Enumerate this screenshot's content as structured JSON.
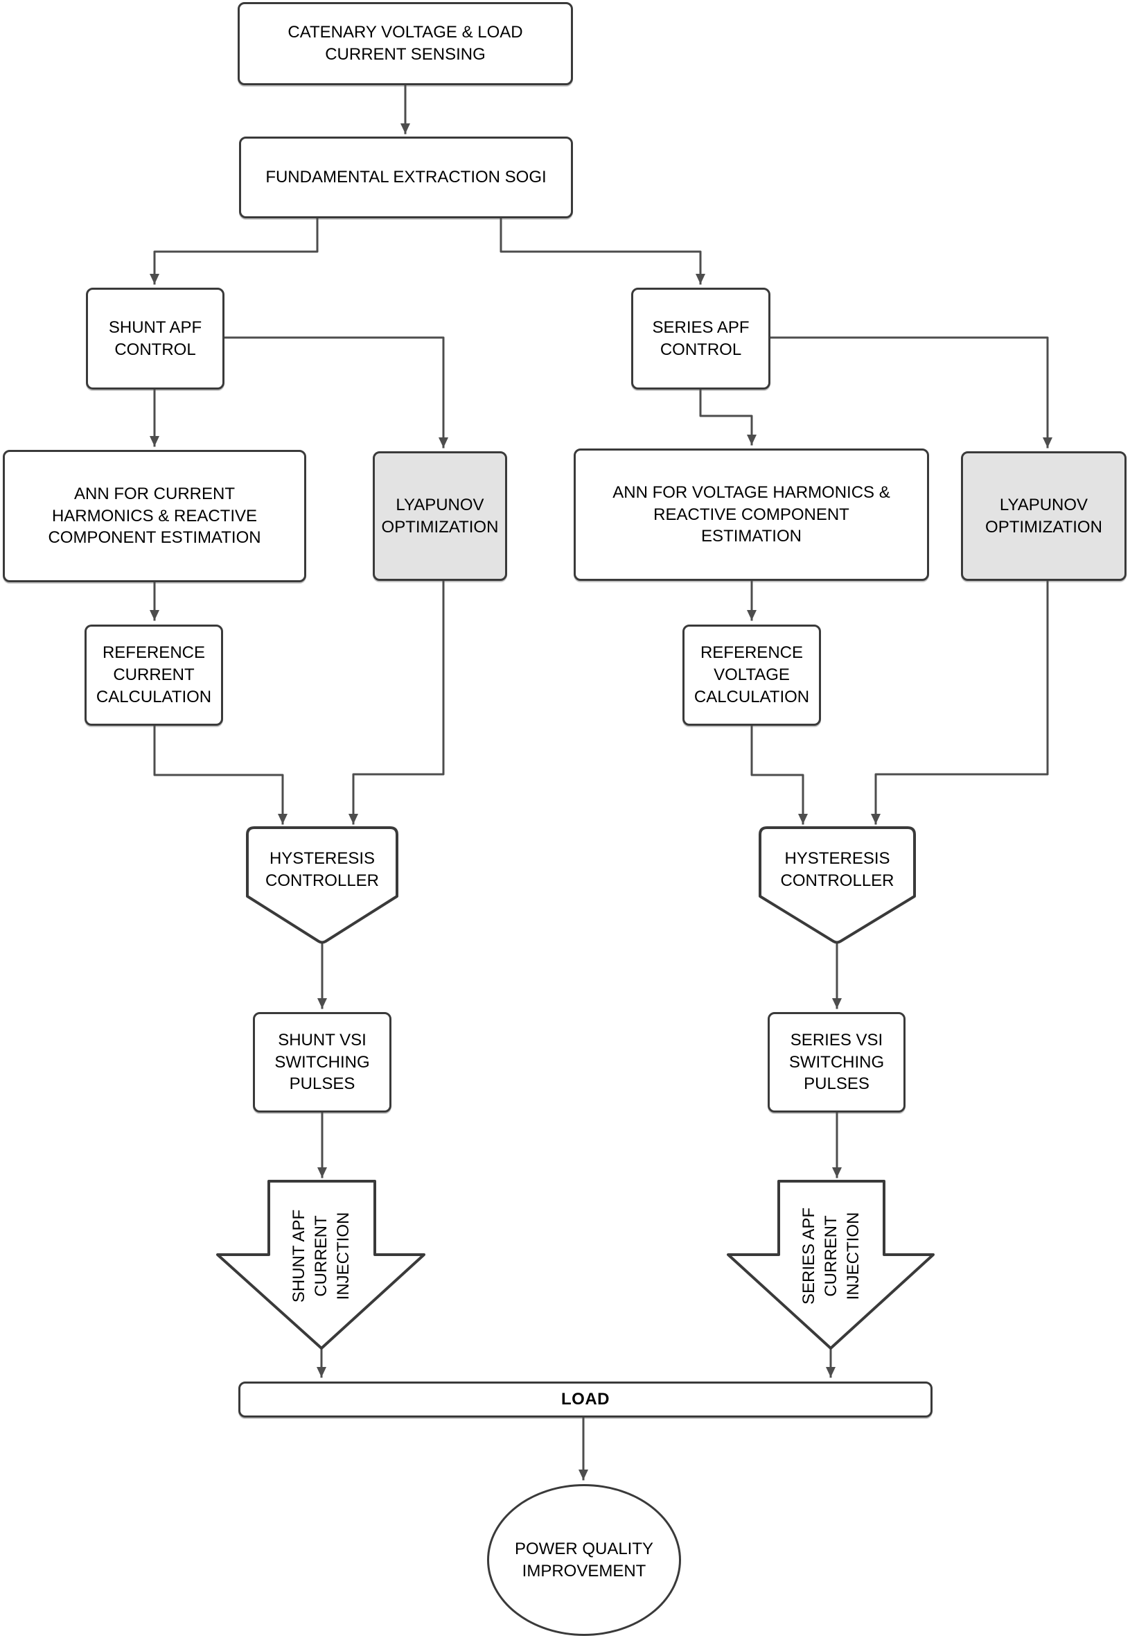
{
  "colors": {
    "node_fill": "#ffffff",
    "highlight_fill": "#e3e3e3",
    "node_border": "#3a3a3a",
    "connector": "#4d4d4d",
    "text": "#000000",
    "background": "#ffffff"
  },
  "nodes": {
    "sensing": {
      "label": "CATENARY VOLTAGE & LOAD\nCURRENT SENSING"
    },
    "sogi": {
      "label": "FUNDAMENTAL EXTRACTION SOGI"
    },
    "shunt_apf_control": {
      "label": "SHUNT APF\nCONTROL"
    },
    "series_apf_control": {
      "label": "SERIES APF\nCONTROL"
    },
    "ann_current": {
      "label": "ANN FOR CURRENT\nHARMONICS & REACTIVE\nCOMPONENT ESTIMATION"
    },
    "lyapunov_shunt": {
      "label": "LYAPUNOV\nOPTIMIZATION"
    },
    "ann_voltage": {
      "label": "ANN FOR VOLTAGE  HARMONICS &\nREACTIVE COMPONENT\nESTIMATION"
    },
    "lyapunov_series": {
      "label": "LYAPUNOV\nOPTIMIZATION"
    },
    "ref_current": {
      "label": "REFERENCE\nCURRENT\nCALCULATION"
    },
    "ref_voltage": {
      "label": "REFERENCE\nVOLTAGE\nCALCULATION"
    },
    "hysteresis_shunt": {
      "label": "HYSTERESIS\nCONTROLLER"
    },
    "hysteresis_series": {
      "label": "HYSTERESIS\nCONTROLLER"
    },
    "shunt_vsi": {
      "label": "SHUNT VSI\nSWITCHING\nPULSES"
    },
    "series_vsi": {
      "label": "SERIES VSI\nSWITCHING\nPULSES"
    },
    "shunt_injection": {
      "label": "SHUNT APF\nCURRENT\nINJECTION"
    },
    "series_injection": {
      "label": "SERIES APF\nCURRENT\nINJECTION"
    },
    "load": {
      "label": "LOAD"
    },
    "outcome": {
      "label": "POWER QUALITY\nIMPROVEMENT"
    }
  }
}
